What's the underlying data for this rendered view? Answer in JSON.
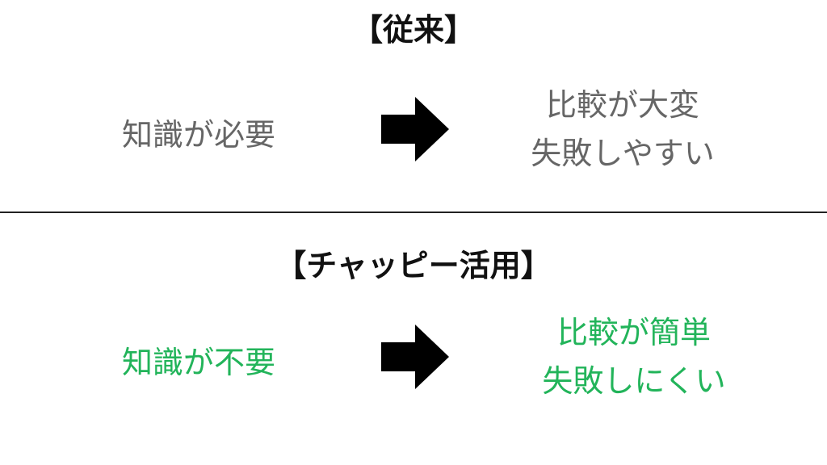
{
  "colors": {
    "old_text": "#666666",
    "new_text": "#22b45a",
    "heading": "#111111",
    "arrow": "#000000",
    "divider": "#222222"
  },
  "old": {
    "heading": "【従来】",
    "left": "知識が必要",
    "right_line1": "比較が大変",
    "right_line2": "失敗しやすい",
    "arrow_icon": "right-arrow-icon"
  },
  "new": {
    "heading": "【チャッピー活用】",
    "left": "知識が不要",
    "right_line1": "比較が簡単",
    "right_line2": "失敗しにくい",
    "arrow_icon": "right-arrow-icon"
  }
}
